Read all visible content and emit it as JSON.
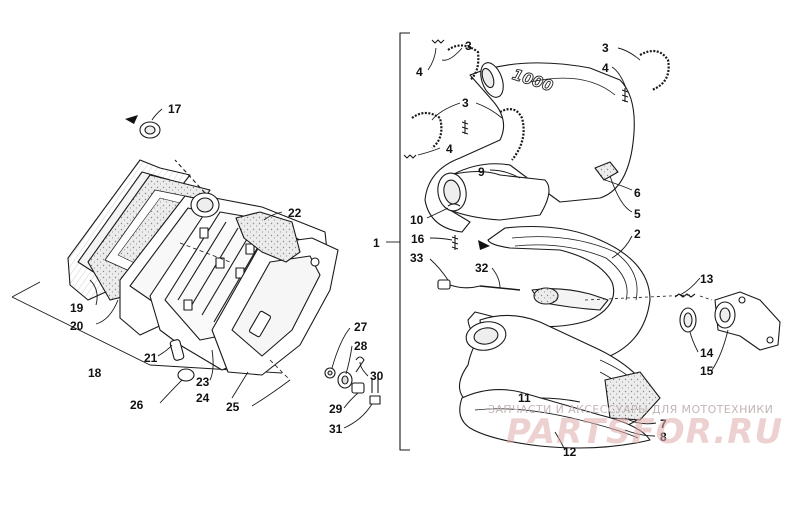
{
  "diagram": {
    "callouts": {
      "c1": "1",
      "c2": "2",
      "c3a": "3",
      "c3b": "3",
      "c4a": "4",
      "c4b": "4",
      "c4c": "4",
      "c5": "5",
      "c6": "6",
      "c7": "7",
      "c8": "8",
      "c9": "9",
      "c10": "10",
      "c11": "11",
      "c12": "12",
      "c13": "13",
      "c14": "14",
      "c15": "15",
      "c16": "16",
      "c17": "17",
      "c18": "18",
      "c19": "19",
      "c20": "20",
      "c21": "21",
      "c22": "22",
      "c23": "23",
      "c24": "24",
      "c25": "25",
      "c26": "26",
      "c27": "27",
      "c28": "28",
      "c29": "29",
      "c30": "30",
      "c31": "31",
      "c32": "32",
      "c33": "33"
    },
    "pipe_engraving": "1000"
  },
  "watermark": {
    "subtitle": "ЗАПЧАСТИ И АКСЕССУАРЫ ДЛЯ МОТОТЕХНИКИ",
    "logo": "PARTSFOR.RU"
  },
  "colors": {
    "line": "#1a1a1a",
    "speckle": "#bdbdbd",
    "watermark": "#d9a7a7"
  }
}
